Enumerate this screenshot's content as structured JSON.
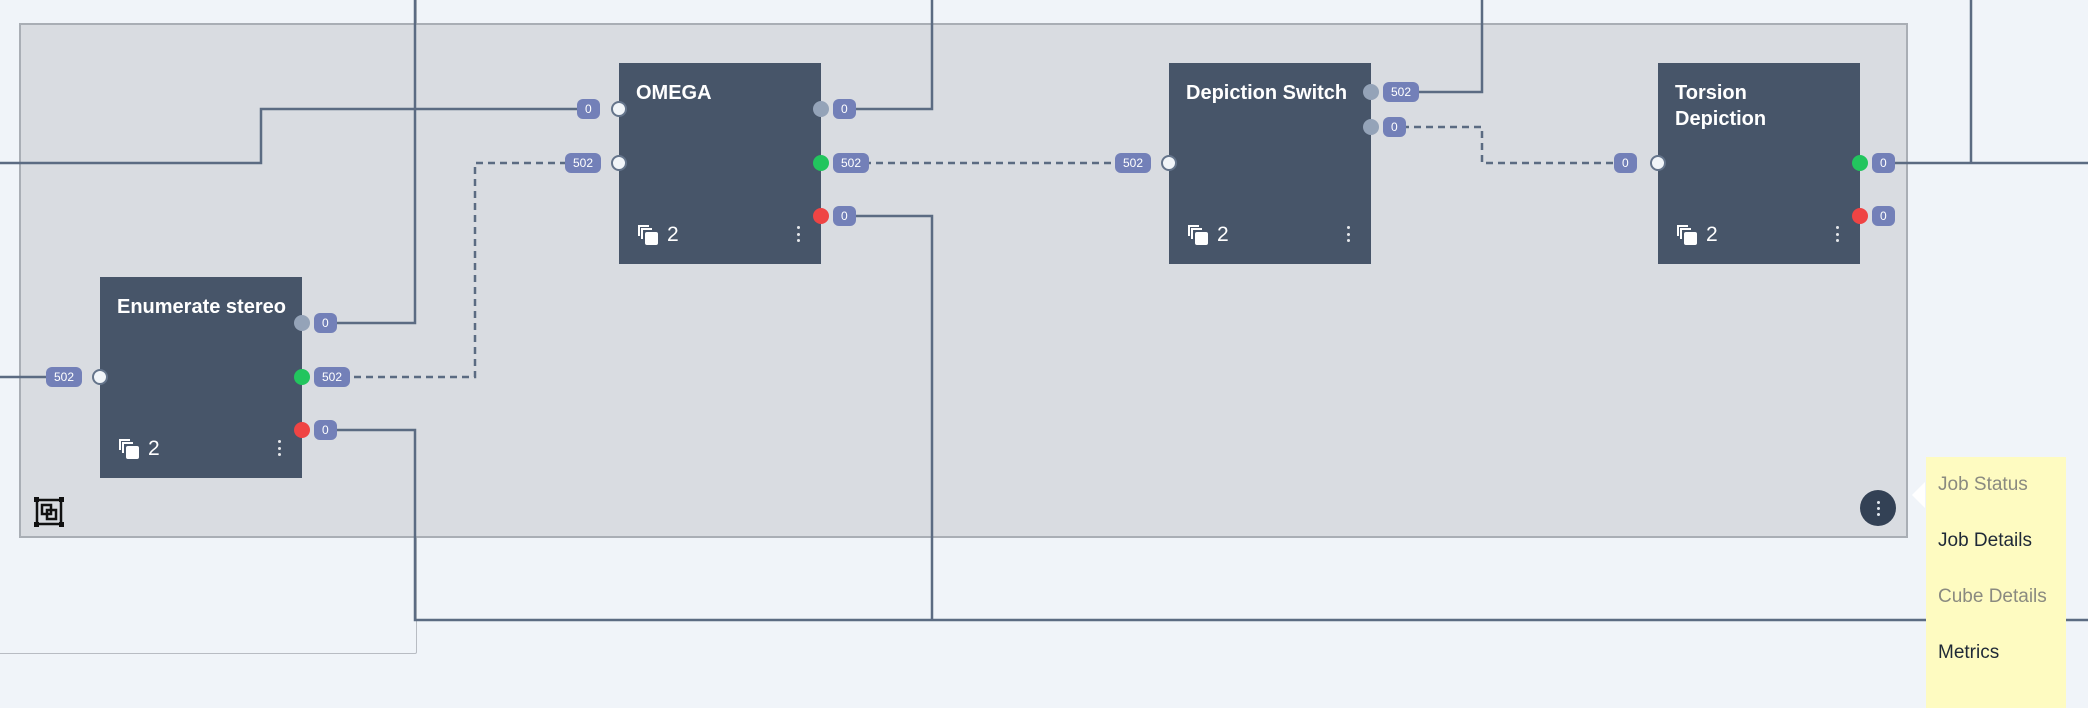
{
  "nodes": {
    "enumerate": {
      "title": "Enumerate stereo",
      "count": "2",
      "in": [
        "502"
      ],
      "out": [
        "0",
        "502",
        "0"
      ]
    },
    "omega": {
      "title": "OMEGA",
      "count": "2",
      "in": [
        "0",
        "502"
      ],
      "out": [
        "0",
        "502",
        "0"
      ]
    },
    "depiction_switch": {
      "title": "Depiction Switch",
      "count": "2",
      "in": [
        "502"
      ],
      "out": [
        "502",
        "0"
      ]
    },
    "torsion": {
      "title": "Torsion Depiction",
      "count": "2",
      "in": [
        "0"
      ],
      "out": [
        "0",
        "0"
      ]
    }
  },
  "menu": {
    "items": [
      {
        "label": "Job Status",
        "enabled": false
      },
      {
        "label": "Job Details",
        "enabled": true
      },
      {
        "label": "Cube Details",
        "enabled": false
      },
      {
        "label": "Metrics",
        "enabled": true
      }
    ]
  },
  "colors": {
    "node": "#475569",
    "badge": "#7380b8",
    "success": "#22c55e",
    "failure": "#ef4444",
    "tooltip": "#fefbc1"
  }
}
